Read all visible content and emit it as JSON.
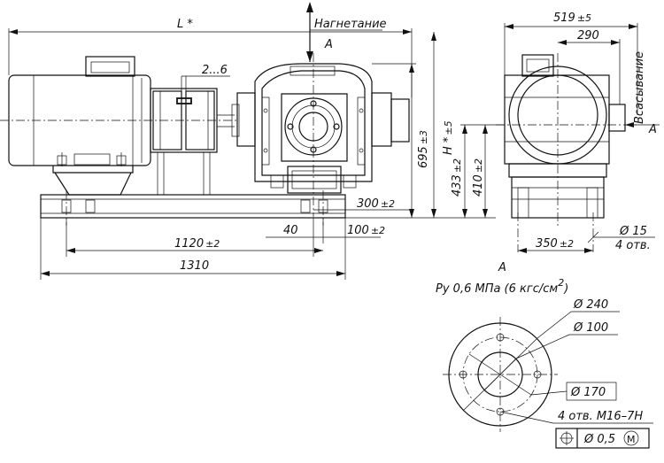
{
  "labels": {
    "discharge": "Нагнетание",
    "suction": "Всасывание",
    "view_a_top": "A",
    "view_a_side": "A",
    "view_a_title": "A",
    "pressure": "Ру 0,6 МПа (6 кгс/см",
    "pressure_exp": "2",
    "pressure_close": ")"
  },
  "dimensions": {
    "total_length": "L *",
    "coupling": "2...6",
    "height_total": "695",
    "height_total_tol": "±3",
    "height_h": "H *",
    "height_h_tol": "±5",
    "len_1120": "1120",
    "len_1120_tol": "±2",
    "len_1310": "1310",
    "len_40": "40",
    "len_100": "100",
    "len_100_tol": "±2",
    "len_300": "300",
    "len_300_tol": "±2",
    "width_519": "519",
    "width_519_tol": "±5",
    "width_290": "290",
    "h_433": "433",
    "h_433_tol": "±2",
    "h_410": "410",
    "h_410_tol": "±2",
    "w_350": "350",
    "w_350_tol": "±2",
    "hole_d15": "Ø 15",
    "hole_count": "4 отв.",
    "flange_d240": "Ø 240",
    "flange_d100": "Ø 100",
    "flange_d170": "Ø 170",
    "bolt_spec": "4 отв. М16–7H",
    "tol_value": "Ø 0,5",
    "tol_modifier": "M"
  }
}
